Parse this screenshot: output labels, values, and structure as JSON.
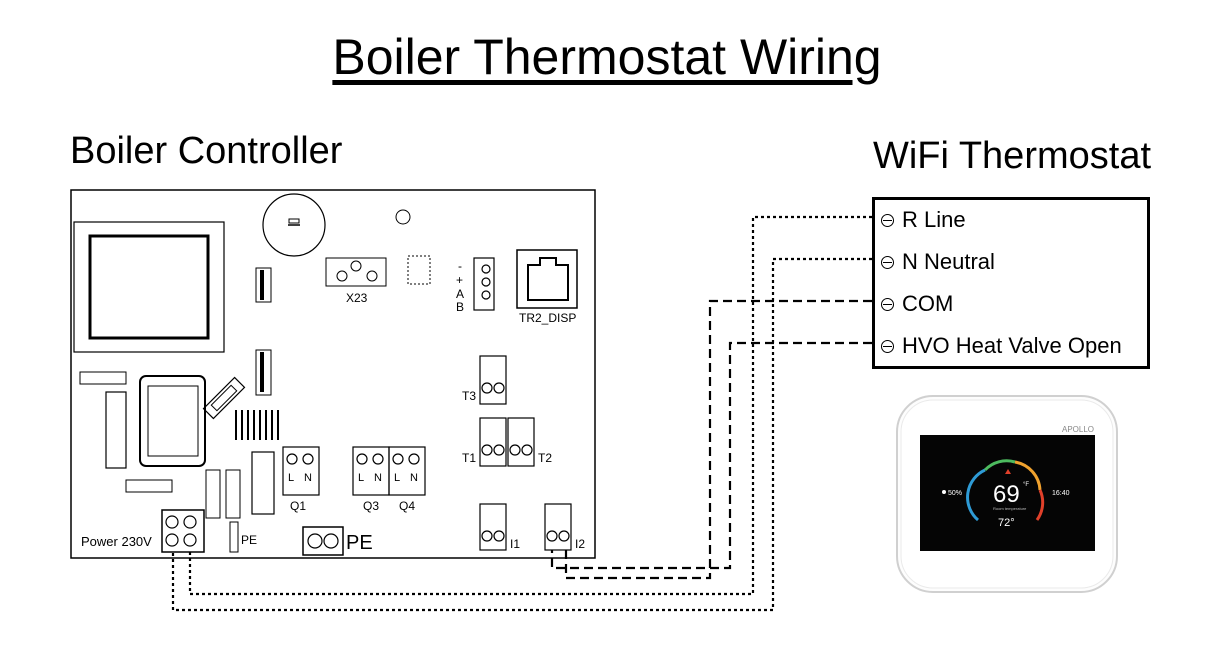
{
  "title": "Boiler Thermostat Wiring",
  "boiler_controller": {
    "label": "Boiler Controller",
    "connectors": {
      "x23": "X23",
      "tr2_disp": "TR2_DISP",
      "bus_pins": [
        "-",
        "+",
        "A",
        "B"
      ],
      "t3": "T3",
      "t1": "T1",
      "t2": "T2",
      "q1": "Q1",
      "q3": "Q3",
      "q4": "Q4",
      "l": "L",
      "n": "N",
      "i1": "I1",
      "i2": "I2",
      "power": "Power 230V",
      "pe_small": "PE",
      "pe": "PE"
    }
  },
  "wifi_thermostat": {
    "label": "WiFi Thermostat",
    "terminals": [
      {
        "label": "R Line",
        "line_style": "dotted"
      },
      {
        "label": "N Neutral",
        "line_style": "dotted"
      },
      {
        "label": "COM",
        "line_style": "dashed"
      },
      {
        "label": "HVO Heat Valve Open",
        "line_style": "dashed"
      }
    ]
  },
  "device": {
    "brand": "APOLLO",
    "set_temp": "69",
    "unit": "°F",
    "humidity": "50%",
    "time": "16:40",
    "room_temp": "72°",
    "sublabel": "Room temperature"
  }
}
